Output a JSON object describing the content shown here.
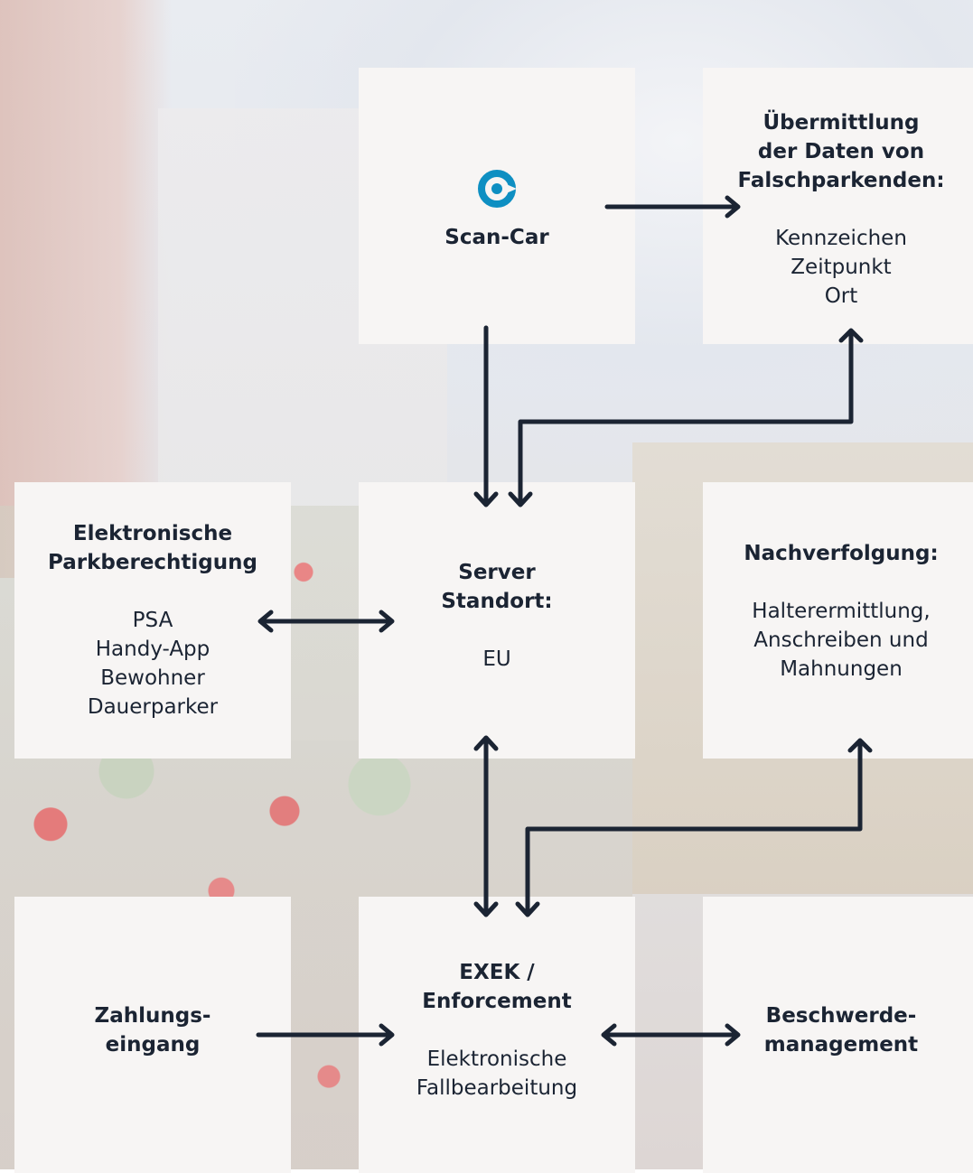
{
  "colors": {
    "box_bg": "#f7f5f4",
    "text": "#1b2433",
    "arrow": "#1b2433",
    "icon": "#0e8fc2"
  },
  "boxes": {
    "scan_car": {
      "icon": "scan-car-logo-icon",
      "title": "Scan-Car"
    },
    "transmission": {
      "title": "Übermittlung\nder Daten von\nFalschparkenden:",
      "lines": [
        "Kennzeichen",
        "Zeitpunkt",
        "Ort"
      ]
    },
    "parking_permit": {
      "title": "Elektronische\nParkberechtigung",
      "lines": [
        "PSA",
        "Handy-App",
        "Bewohner",
        "Dauerparker"
      ]
    },
    "server": {
      "title": "Server\nStandort:",
      "lines": [
        "EU"
      ]
    },
    "tracking": {
      "title": "Nachverfolgung:",
      "lines": [
        "Halterermittlung,",
        "Anschreiben und",
        "Mahnungen"
      ]
    },
    "payment": {
      "title": "Zahlungs-\neingang"
    },
    "enforcement": {
      "title": "EXEK /\nEnforcement",
      "lines": [
        "Elektronische",
        "Fallbearbeitung"
      ]
    },
    "complaints": {
      "title": "Beschwerde-\nmanagement"
    }
  }
}
